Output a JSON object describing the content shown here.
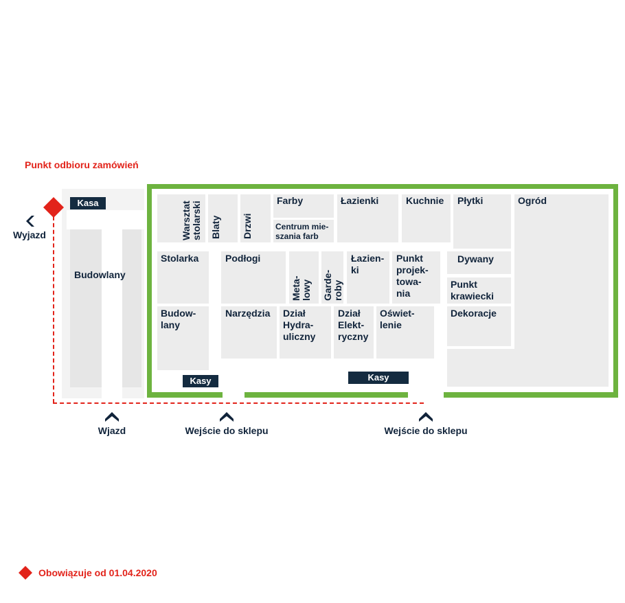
{
  "pickup_point": {
    "title": "Punkt odbioru zamówień"
  },
  "exit_out": {
    "label": "Wyjazd"
  },
  "checkout_labels": {
    "kasa": "Kasa",
    "kasy_left": "Kasy",
    "kasy_right": "Kasy"
  },
  "departments": {
    "budowlany": "Budowlany",
    "warsztat": "Warsztat\nstolarski",
    "blaty": "Blaty",
    "drzwi": "Drzwi",
    "farby": "Farby",
    "centrum": "Centrum mie-\nszania farb",
    "lazienki1": "Łazienki",
    "kuchnie": "Kuchnie",
    "plytki": "Płytki",
    "ogrod": "Ogród",
    "stolarka": "Stolarka",
    "podlogi": "Podłogi",
    "metalowy": "Meta-\nlowy",
    "garderoby": "Garde-\nroby",
    "lazienki2": "Łazien-\nki",
    "projektowania": "Punkt\nprojek-\ntowa-\nnia",
    "dywany": "Dywany",
    "krawiecki": "Punkt\nkrawiecki",
    "budowlany2": "Budow-\nlany",
    "narzedzia": "Narzędzia",
    "hydrauliczny": "Dział\nHydra-\nuliczny",
    "elektryczny": "Dział\nElekt-\nryczny",
    "oswietlenie": "Oświet-\nlenie",
    "dekoracje": "Dekoracje"
  },
  "entrances": {
    "wjazd": "Wjazd",
    "wejscie1": "Wejście do sklepu",
    "wejscie2": "Wejście do sklepu"
  },
  "legend": {
    "text": "Obowiązuje od 01.04.2020"
  },
  "colors": {
    "outline": "#6db33f",
    "route": "#e2231a",
    "navy": "#142b40",
    "zone": "#ececec"
  },
  "icons": [
    "diamond-marker-icon",
    "chevron-left-icon",
    "chevron-up-icon"
  ]
}
